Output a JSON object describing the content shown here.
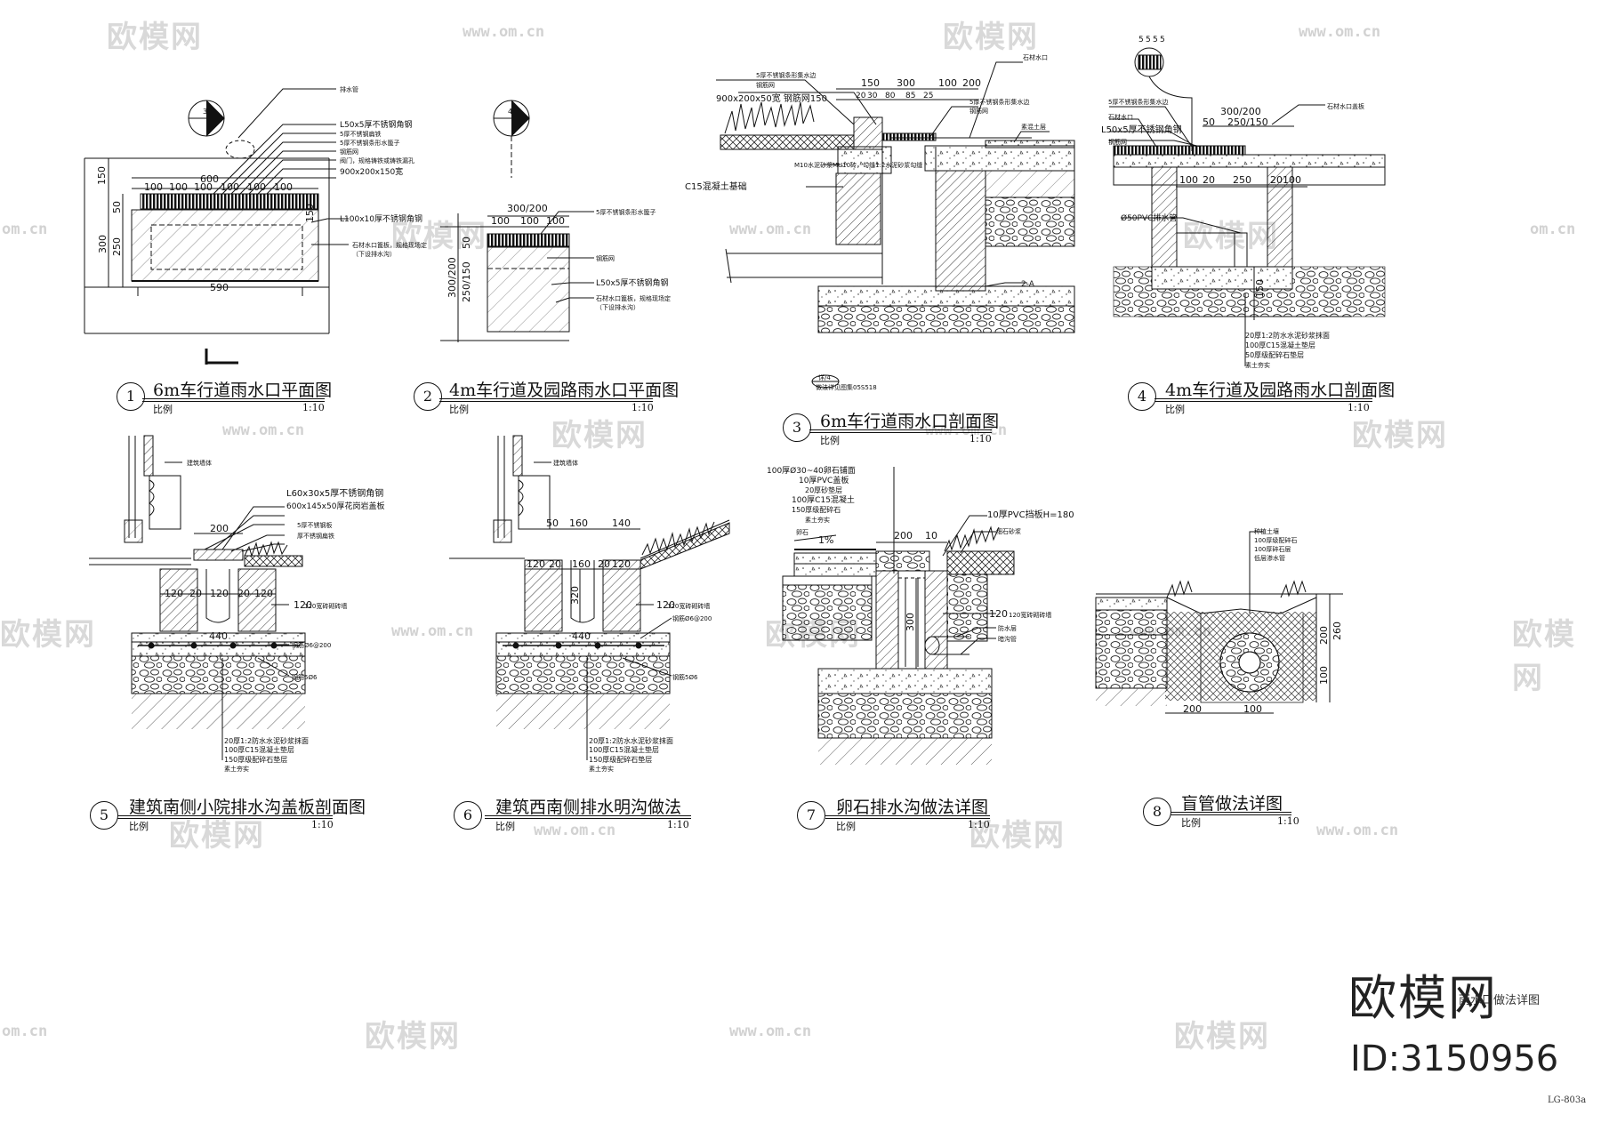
{
  "watermark": {
    "brand": "欧模网",
    "url": "www.om.cn",
    "url_short": "om.cn"
  },
  "details": [
    {
      "num": "1",
      "title": "6m车行道雨水口平面图",
      "scale_label": "比例",
      "scale": "1:10"
    },
    {
      "num": "2",
      "title": "4m车行道及园路雨水口平面图",
      "scale_label": "比例",
      "scale": "1:10"
    },
    {
      "num": "3",
      "title": "6m车行道雨水口剖面图",
      "scale_label": "比例",
      "scale": "1:10"
    },
    {
      "num": "4",
      "title": "4m车行道及园路雨水口剖面图",
      "scale_label": "比例",
      "scale": "1:10"
    },
    {
      "num": "5",
      "title": "建筑南侧小院排水沟盖板剖面图",
      "scale_label": "比例",
      "scale": "1:10"
    },
    {
      "num": "6",
      "title": "建筑西南侧排水明沟做法",
      "scale_label": "比例",
      "scale": "1:10"
    },
    {
      "num": "7",
      "title": "卵石排水沟做法详图",
      "scale_label": "比例",
      "scale": "1:10"
    },
    {
      "num": "8",
      "title": "盲管做法详图",
      "scale_label": "比例",
      "scale": "1:10"
    }
  ],
  "dims": {
    "d1": [
      "600",
      "100",
      "100",
      "100",
      "100",
      "100",
      "100",
      "150",
      "50",
      "250",
      "300",
      "590",
      "150"
    ],
    "d2": [
      "300/200",
      "100",
      "100",
      "100",
      "50",
      "300/200",
      "250/150"
    ],
    "d3": [
      "150",
      "300",
      "100",
      "200",
      "20",
      "30",
      "80",
      "85",
      "25"
    ],
    "d4": [
      "300/200",
      "50",
      "250/150",
      "100",
      "20",
      "250",
      "20",
      "100",
      "150",
      "5",
      "5",
      "5",
      "5"
    ],
    "d5": [
      "200",
      "120",
      "20",
      "120",
      "20",
      "120",
      "440",
      "120"
    ],
    "d6": [
      "50",
      "160",
      "140",
      "120",
      "20",
      "160",
      "20",
      "120",
      "320",
      "440",
      "120"
    ],
    "d7": [
      "200",
      "10",
      "1%",
      "300",
      "120"
    ],
    "d8": [
      "200",
      "200",
      "100",
      "260",
      "100"
    ]
  },
  "notes": {
    "n1": [
      "排水管",
      "L50x5厚不锈钢角钢",
      "5厚不锈钢扁铁",
      "5厚不锈钢条形水篦子",
      "钢筋网",
      "阀门，规格铸铁或铸铁漏孔",
      "900x200x150宽",
      "L100x10厚不锈钢角钢",
      "石材水口篦板，规格现场定",
      "（下设排水沟）"
    ],
    "n2": [
      "5厚不锈钢条形水篦子",
      "钢筋网",
      "L50x5厚不锈钢角钢",
      "石材水口篦板，规格现场定",
      "（下设排水沟）"
    ],
    "n3": [
      "5厚不锈钢条形集水边",
      "钢筋网",
      "900x200x50宽 钢筋网150",
      "5厚不锈钢条形集水边",
      "钢筋网",
      "石材水口",
      "素混土层",
      "M10水泥砂浆MU10砖，勾缝1:2水泥砂浆勾缝",
      "C15混凝土基础",
      "2-A",
      "详/4",
      "做法详见图集05S518"
    ],
    "n4": [
      "5厚不锈钢条形集水边",
      "L50x5厚不锈钢角钢",
      "钢筋网",
      "石材水口盖板",
      "石材水口",
      "Ø50PVC排水管",
      "20厚1:2防水水泥砂浆抹面",
      "100厚C15混凝土垫层",
      "50厚级配碎石垫层",
      "素土夯实"
    ],
    "n5": [
      "建筑墙体",
      "L60x30x5厚不锈钢角钢",
      "600x145x50厚花岗岩盖板",
      "5厚不锈钢板",
      "厚不锈钢扁铁",
      "120宽砖砌砖墙",
      "钢筋Ø6@200",
      "钢筋5Ø6",
      "20厚1:2防水水泥砂浆抹面",
      "100厚C15混凝土垫层",
      "150厚级配碎石垫层",
      "素土夯实"
    ],
    "n6": [
      "建筑墙体",
      "120宽砖砌砖墙",
      "钢筋Ø6@200",
      "钢筋5Ø6",
      "20厚1:2防水水泥砂浆抹面",
      "100厚C15混凝土垫层",
      "150厚级配碎石垫层",
      "素土夯实"
    ],
    "n7": [
      "100厚Ø30~40卵石铺面",
      "10厚PVC盖板",
      "20厚砂垫层",
      "100厚C15混凝土",
      "150厚级配碎石",
      "素土夯实",
      "10厚PVC挡板H=180",
      "细石砂浆",
      "卵石",
      "120宽砖砌砖墙",
      "防水层",
      "暗沟管"
    ],
    "n8": [
      "种植土壤",
      "100厚级配碎石",
      "100厚碎石层",
      "低层渗水管"
    ]
  },
  "sheet": {
    "title": "雨水口做法详图",
    "sheet_no": "LG-803a",
    "brand": "欧模网",
    "id": "ID:3150956"
  }
}
